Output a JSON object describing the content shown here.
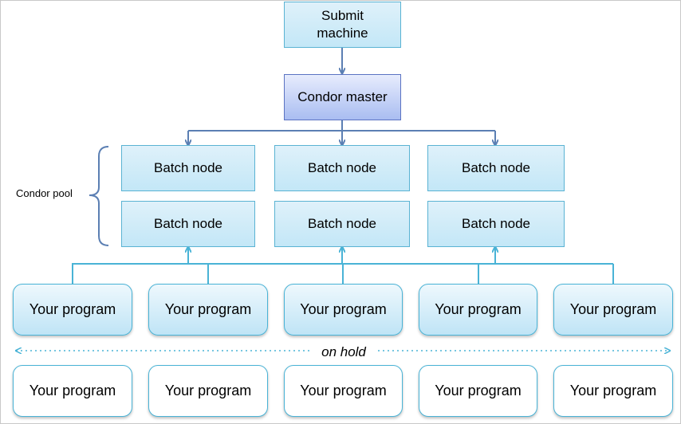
{
  "submit": {
    "label": "Submit\nmachine"
  },
  "master": {
    "label": "Condor master"
  },
  "pool": {
    "label": "Condor pool",
    "nodes": [
      "Batch node",
      "Batch node",
      "Batch node",
      "Batch node",
      "Batch node",
      "Batch node"
    ]
  },
  "running": [
    "Your program",
    "Your program",
    "Your program",
    "Your program",
    "Your program"
  ],
  "hold": {
    "label": "on hold",
    "programs": [
      "Your program",
      "Your program",
      "Your program",
      "Your program",
      "Your program"
    ]
  },
  "colors": {
    "connector": "#5b7fb3",
    "cyan_connector": "#49b3d6",
    "box_border": "#5ab3d3",
    "master_fill": "#a9bdf1"
  }
}
